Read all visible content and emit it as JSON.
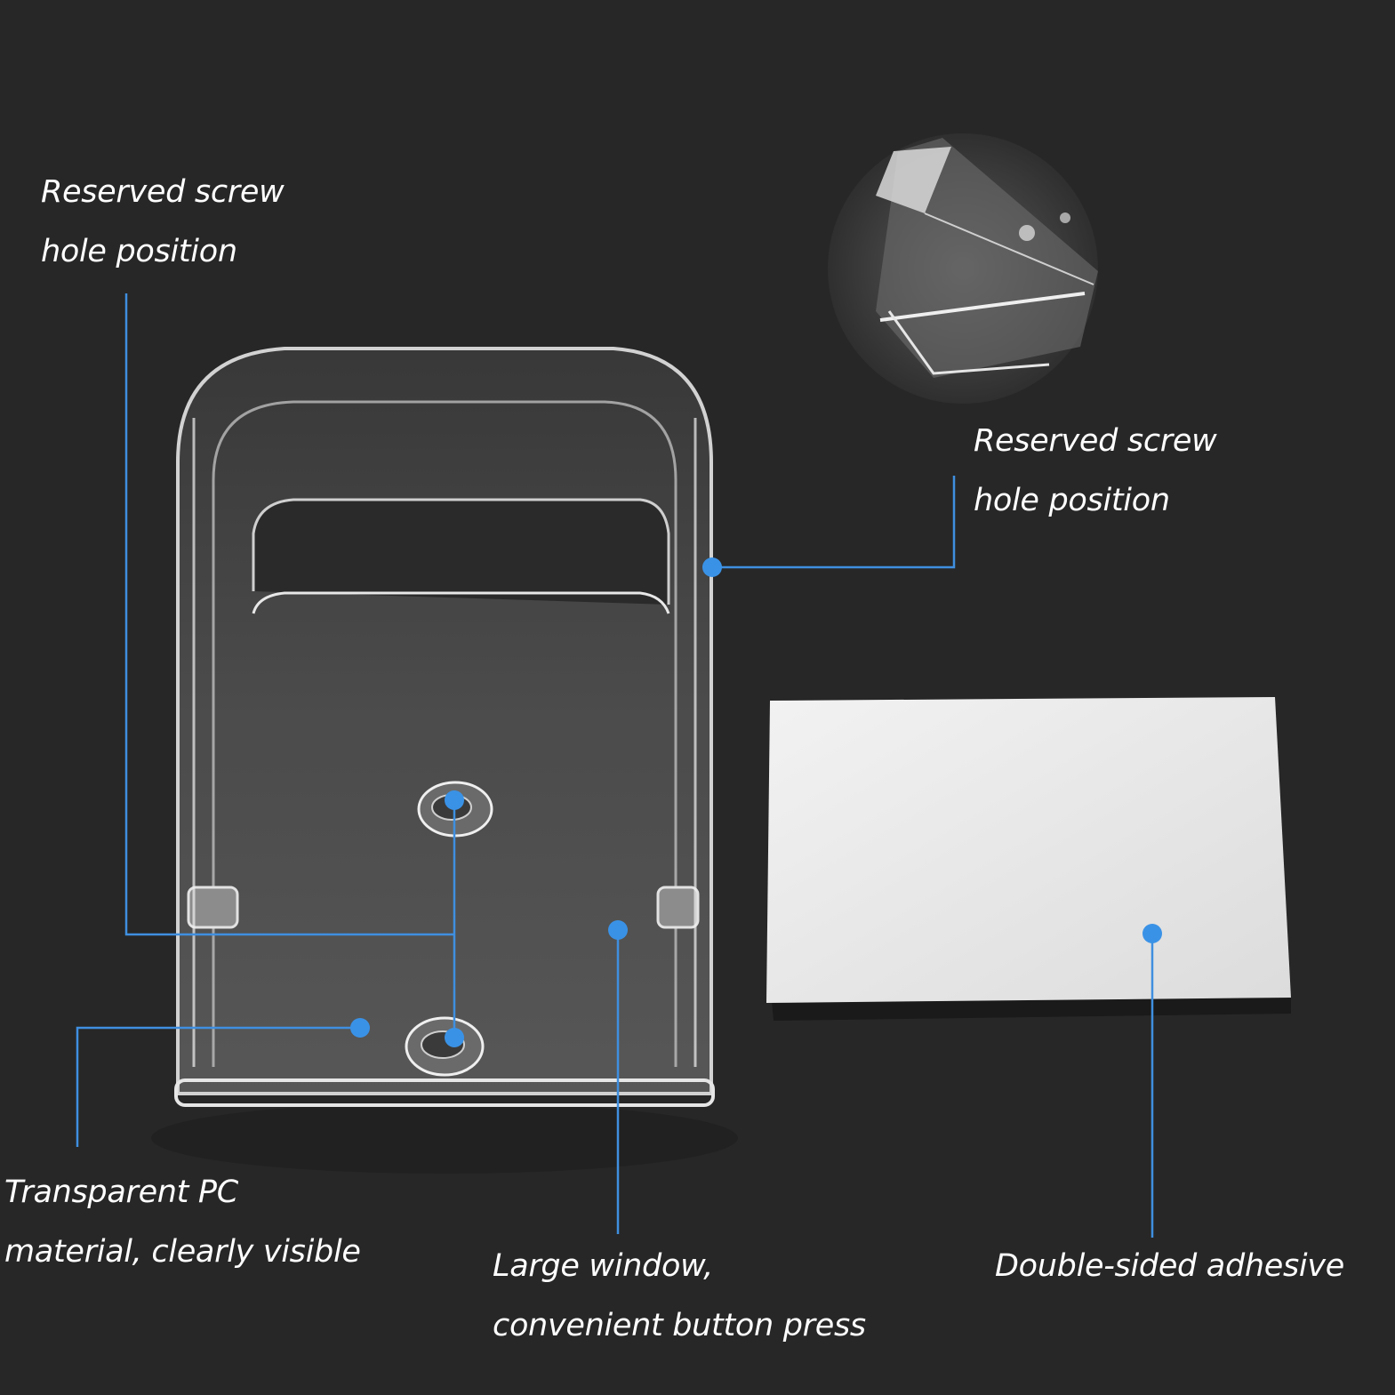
{
  "labels": {
    "screw_hole_left": {
      "line1": "Reserved screw",
      "line2": "hole position"
    },
    "screw_hole_right": {
      "line1": "Reserved screw",
      "line2": "hole position"
    },
    "transparent_pc": {
      "line1": "Transparent PC",
      "line2": "material, clearly visible"
    },
    "large_window": {
      "line1": "Large window,",
      "line2": "convenient button press"
    },
    "adhesive": {
      "line1": "Double-sided adhesive"
    }
  },
  "colors": {
    "background": "#272727",
    "callout_line": "#3f8fe0",
    "callout_dot": "#3a92e6",
    "text": "#ffffff",
    "adhesive_pad": "#e8e8e8"
  }
}
